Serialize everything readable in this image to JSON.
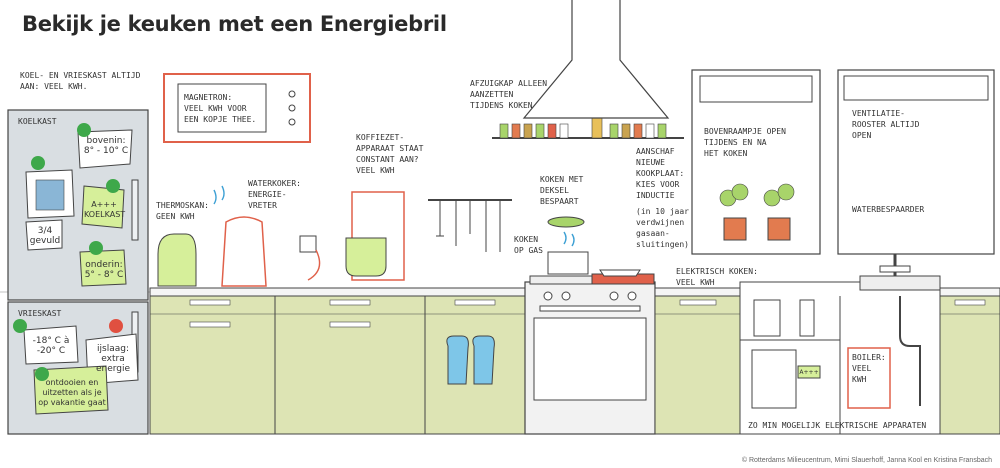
{
  "title": "Bekijk je keuken met een Energiebril",
  "labels": {
    "fridge_header": "KOEL- EN VRIESKAST ALTIJD\nAAN: VEEL kWh.",
    "koelkast": "KOELKAST",
    "vrieskast": "VRIESKAST",
    "magnetron": "MAGNETRON:\nVEEL kWh VOOR\nEEN KOPJE THEE.",
    "thermoskan": "THERMOSKAN:\nGEEN kWh",
    "waterkoker": "WATERKOKER:\nENERGIE-\nVRETER",
    "koffiezet": "KOFFIEZET-\nAPPARAAT STAAT\nCONSTANT AAN?\nVEEL kWh",
    "afzuigkap": "AFZUIGKAP ALLEEN\nAANZETTEN\nTIJDENS KOKEN",
    "koken_deksel": "KOKEN MET\nDEKSEL\nBESPAART",
    "koken_gas": "KOKEN\nOP GAS",
    "aanschaf": "AANSCHAF\nNIEUWE\nKOOKPLAAT:\nKIES VOOR\nINDUCTIE",
    "aanschaf_note": "(in 10 jaar\nverdwijnen\ngasaan-\nsluitingen)",
    "elektrisch": "ELEKTRISCH KOKEN:\nVEEL kWh",
    "bovenraam": "BOVENRAAMPJE OPEN\nTIJDENS EN NA\nHET KOKEN",
    "ventilatie": "VENTILATIE-\nROOSTER ALTIJD\nOPEN",
    "waterbespaarder": "WATERBESPAARDER",
    "boiler": "BOILER:\nVEEL\nkWh",
    "minimal": "ZO MIN MOGELIJK ELEKTRISCHE APPARATEN",
    "appliance_label": "A+++"
  },
  "notes": {
    "bovenin": "bovenin:\n8° - 10° C",
    "driekwart": "3/4\ngevuld",
    "koelkast_label": "A+++\nKOELKAST",
    "onderin": "onderin:\n5° - 8° C",
    "vries_temp": "-18° C à\n-20° C",
    "ijslaag": "ijslaag:\nextra\nenergie",
    "ontdooien": "ontdooien en\nuitzetten als je\nop vakantie gaat"
  },
  "footer": "© Rotterdams Milieucentrum, Mimi Slauerhoff, Janna Kool en Kristina Fransbach",
  "colors": {
    "cabinet": "#dde4b4",
    "fridge": "#d9dee2",
    "outline": "#444444",
    "accent_red": "#e0614a",
    "green_note": "#d6ef9a",
    "smiley_green": "#3ea84a",
    "smiley_red": "#e05040",
    "blue_mitt": "#7ec6e8",
    "plant_green": "#a8d46a",
    "pot": "#e27b4f"
  }
}
